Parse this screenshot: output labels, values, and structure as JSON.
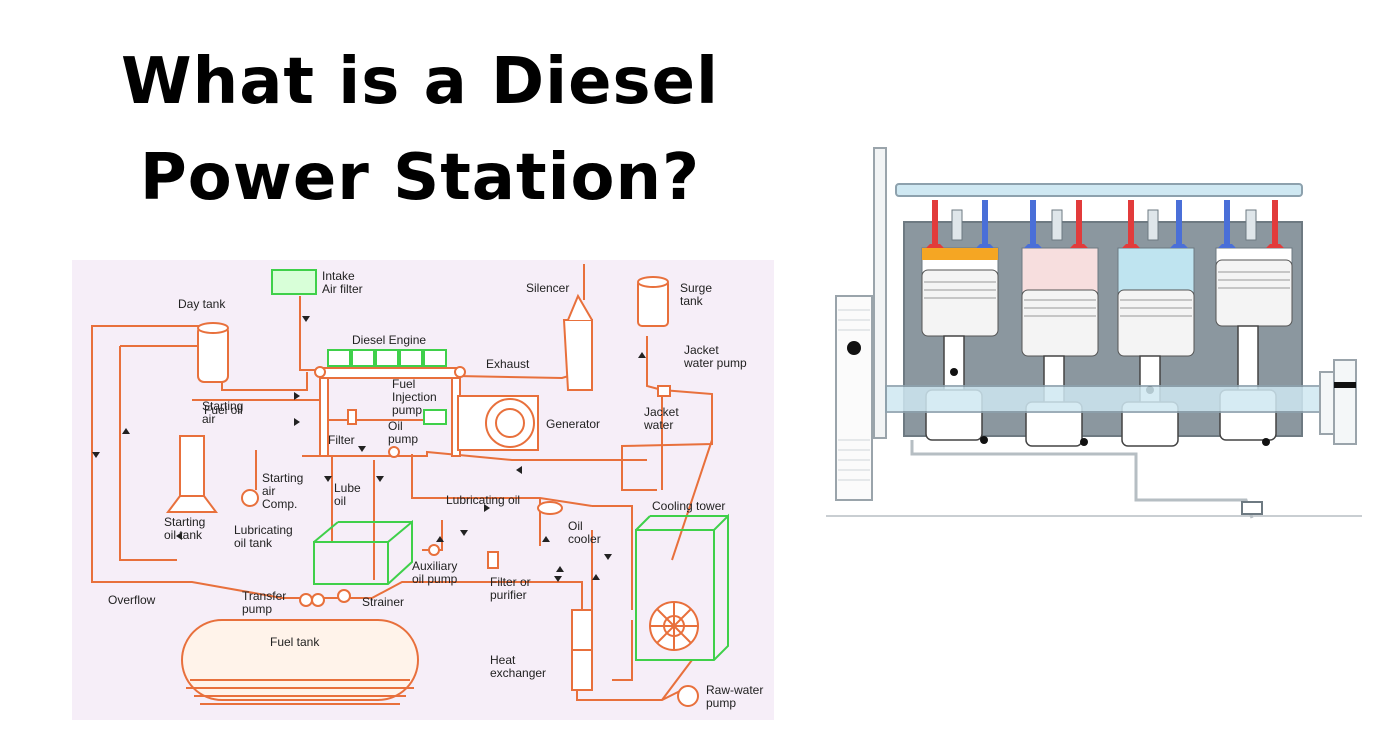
{
  "title": {
    "line1": "What is a Diesel",
    "line2": "Power Station?"
  },
  "colors": {
    "schematic_bg": "#f6eef8",
    "pipe": "#e8703c",
    "equipment": "#3fd04a",
    "engine_body": "#7f8d96",
    "valve_red": "#e23b3b",
    "valve_blue": "#4a6fd8",
    "cooling_blue": "#bfe4f0"
  },
  "schematic": {
    "labels": {
      "intake": "Intake\nAir filter",
      "day_tank": "Day tank",
      "diesel_engine": "Diesel Engine",
      "silencer": "Silencer",
      "surge_tank": "Surge\ntank",
      "jacket_water_pump": "Jacket\nwater pump",
      "exhaust": "Exhaust",
      "fuel_oil": "Fuel oil",
      "fuel_injection_pump": "Fuel\nInjection\npump",
      "starting_air": "Starting\nair",
      "filter": "Filter",
      "oil_pump": "Oil\npump",
      "generator": "Generator",
      "jacket_water": "Jacket\nwater",
      "starting_air_comp": "Starting\nair\nComp.",
      "lube_oil": "Lube\noil",
      "lubricating_oil": "Lubricating oil",
      "cooling_tower": "Cooling tower",
      "starting_oil_tank": "Starting\noil tank",
      "lubricating_oil_tank": "Lubricating\noil tank",
      "oil_cooler": "Oil\ncooler",
      "auxiliary_oil_pump": "Auxiliary\noil pump",
      "filter_or_purifier": "Filter or\npurifier",
      "overflow": "Overflow",
      "transfer_pump": "Transfer\npump",
      "strainer": "Strainer",
      "fuel_tank": "Fuel tank",
      "heat_exchanger": "Heat\nexchanger",
      "raw_water_pump": "Raw-water\npump"
    }
  }
}
